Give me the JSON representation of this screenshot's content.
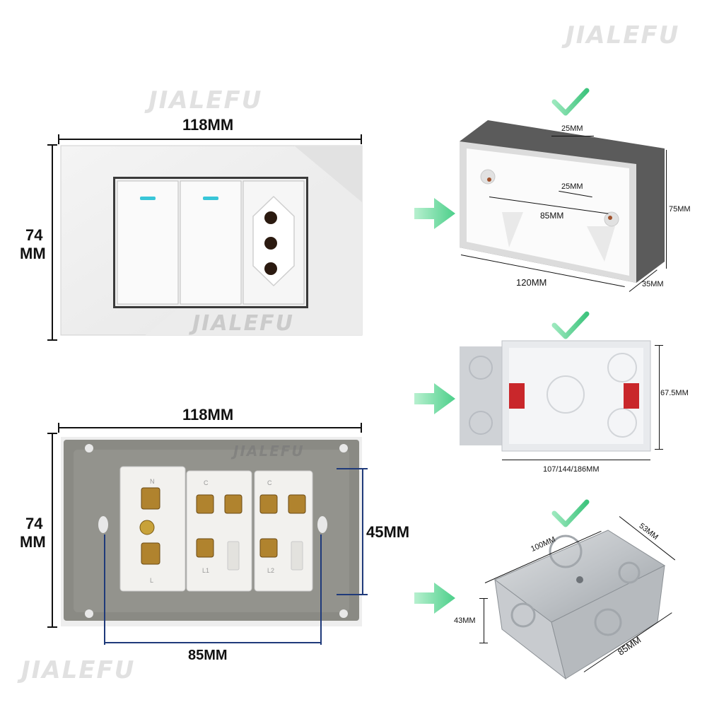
{
  "brand": {
    "watermark": "JIALEFU",
    "accent": "#4ccf8a"
  },
  "front_panel": {
    "width_label": "118MM",
    "height_label_line1": "74",
    "height_label_line2": "MM"
  },
  "back_panel": {
    "width_label": "118MM",
    "height_label_line1": "74",
    "height_label_line2": "MM",
    "mount_vertical_label": "45MM",
    "mount_horizontal_label": "85MM",
    "module_texts": [
      "N",
      "L",
      "L1",
      "L2",
      "C",
      "C"
    ]
  },
  "box_plastic_grey": {
    "top_label": "25MM",
    "inner_label": "25MM",
    "hole_label": "85MM",
    "height_label": "75MM",
    "width_label": "120MM",
    "depth_label": "35MM"
  },
  "box_plastic_white": {
    "height_label": "67.5MM",
    "width_label": "107/144/186MM"
  },
  "box_metal": {
    "top_label": "100MM",
    "side_label": "53MM",
    "height_label": "43MM",
    "bottom_label": "85MM"
  },
  "icons": [
    "check-icon",
    "arrow-right-icon"
  ]
}
